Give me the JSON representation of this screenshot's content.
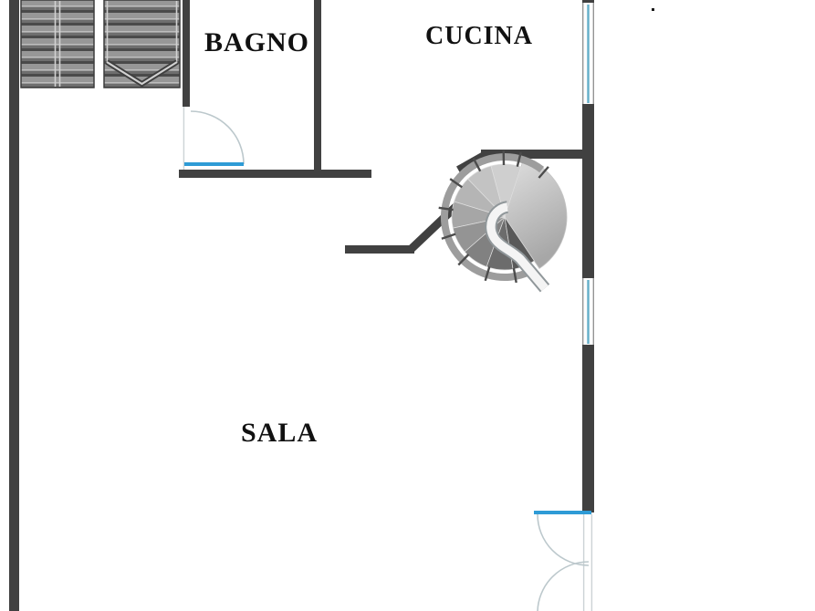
{
  "page": {
    "type": "floor-plan"
  },
  "rooms": [
    {
      "id": "bagno",
      "label": "BAGNO"
    },
    {
      "id": "cucina",
      "label": "CUCINA"
    },
    {
      "id": "sala",
      "label": "SALA"
    }
  ],
  "colors": {
    "wall": "#414141",
    "window_glass": "#62aec9",
    "door_sill": "#2e9bd6",
    "door_arc": "#bcc8cc",
    "stair_ring": "#9d9d9d",
    "label_text": "#111111",
    "background": "#ffffff"
  },
  "features": {
    "straight_stair_flights": 2,
    "spiral_staircase": 1,
    "windows_east_wall": 2,
    "swing_door_bagno": 1,
    "double_glazed_door_south_east": 1
  }
}
